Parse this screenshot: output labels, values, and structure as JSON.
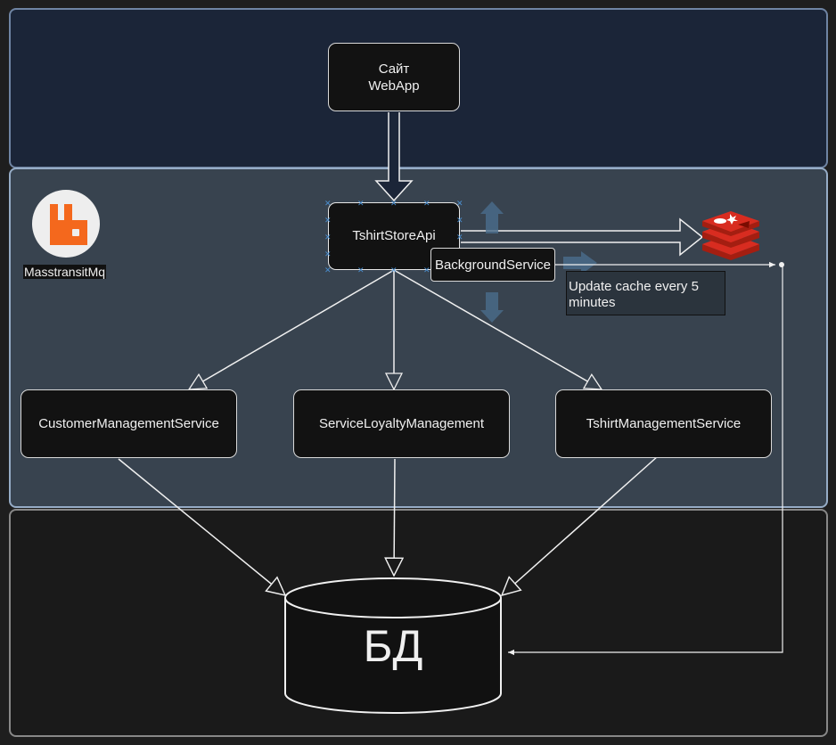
{
  "nodes": {
    "webapp": [
      "Сайт",
      "WebApp"
    ],
    "api": "TshirtStoreApi",
    "background": "BackgroundService",
    "customer": "CustomerManagementService",
    "loyalty": "ServiceLoyaltyManagement",
    "tshirt": "TshirtManagementService",
    "db": "БД"
  },
  "note": "Update cache every 5 minutes",
  "rabbit": {
    "label": "MasstransitMq",
    "icon": "rabbitmq-logo",
    "color": "#f4681d"
  },
  "redis": {
    "icon": "redis-logo",
    "color": "#c6302b"
  },
  "colors": {
    "panel_top": "#1b2538",
    "panel_mid": "#38434f",
    "panel_bot": "#1a1a1a",
    "node_fill": "#121212",
    "edge": "#f0f0f0"
  }
}
